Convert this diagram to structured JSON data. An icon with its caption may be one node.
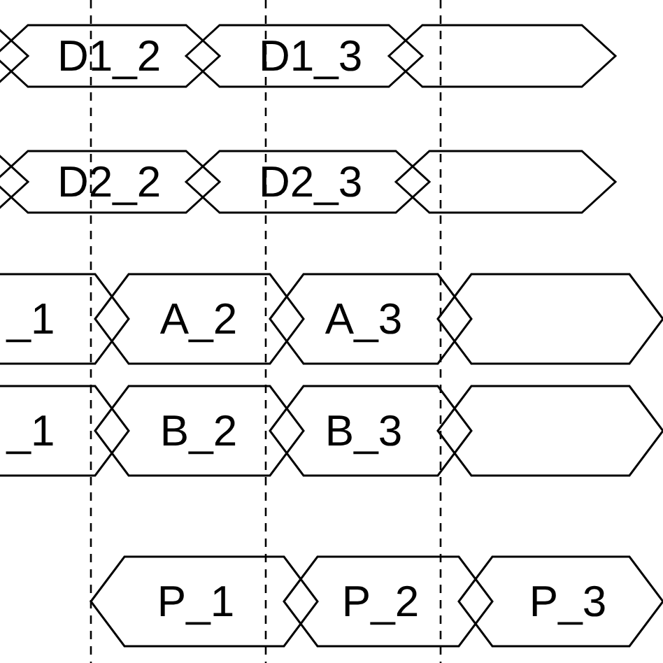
{
  "diagram": {
    "nodes": [
      {
        "text": [],
        "shape": "hexagon"
      },
      {
        "text": [
          "D1_2"
        ]
      },
      {
        "text": [
          "D1_3"
        ]
      },
      {
        "text": [],
        "shape": "hexagon"
      },
      {
        "text": [],
        "shape": "hexagon"
      },
      {
        "text": [
          "D2_2"
        ]
      },
      {
        "text": [
          "D2_3"
        ]
      },
      {
        "text": [],
        "shape": "hexagon"
      },
      {
        "text": [
          "_1"
        ]
      },
      {
        "text": [
          "A_2"
        ]
      },
      {
        "text": [
          "A_3"
        ]
      },
      {
        "text": [],
        "shape": "hexagon"
      },
      {
        "text": [
          "_1"
        ]
      },
      {
        "text": [
          "B_2"
        ]
      },
      {
        "text": [
          "B_3"
        ]
      },
      {
        "text": [],
        "shape": "hexagon"
      },
      {
        "text": [
          "P_1"
        ]
      },
      {
        "text": [
          "P_2"
        ]
      },
      {
        "text": [
          "P_3"
        ]
      }
    ]
  }
}
